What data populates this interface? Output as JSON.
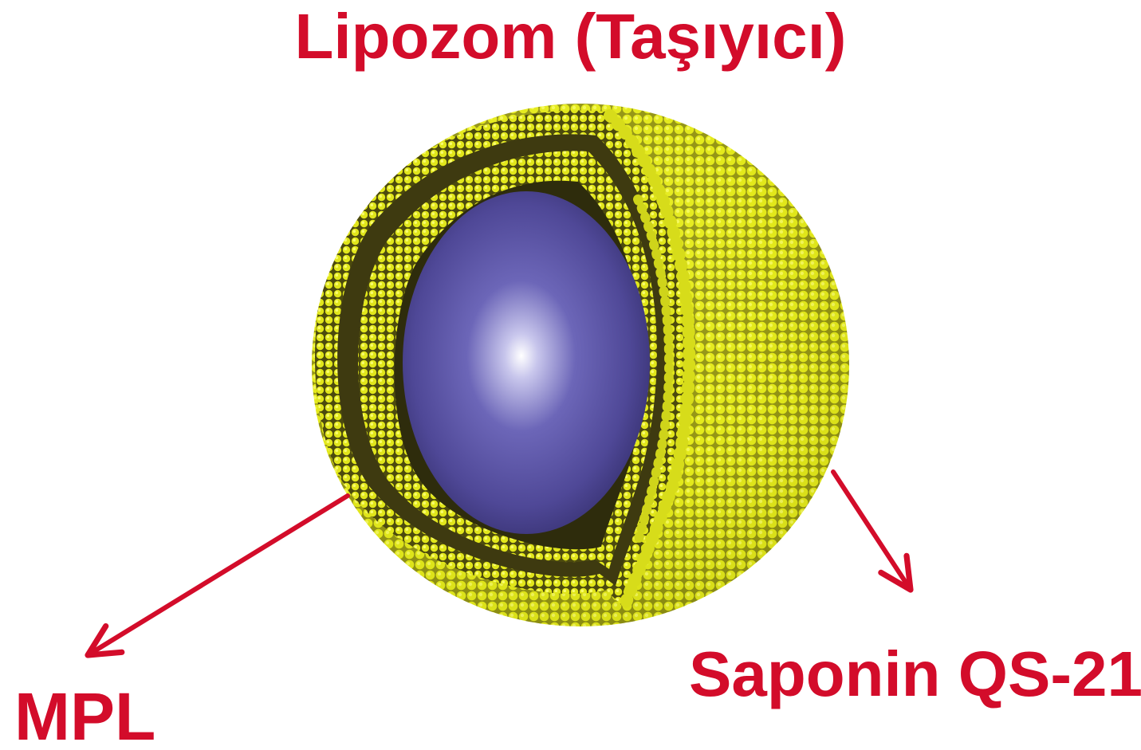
{
  "title": "Lipozom (Taşıyıcı)",
  "labels": {
    "left": "MPL",
    "right": "Saponin QS-21"
  },
  "colors": {
    "label": "#d30c2a",
    "arrow": "#d30c2a",
    "lipid_head": "#e6ea1a",
    "lipid_head_highlight": "#f7fb55",
    "lipid_tail": "#3e3a10",
    "core": "#5149a0",
    "core_highlight": "#ffffff"
  }
}
